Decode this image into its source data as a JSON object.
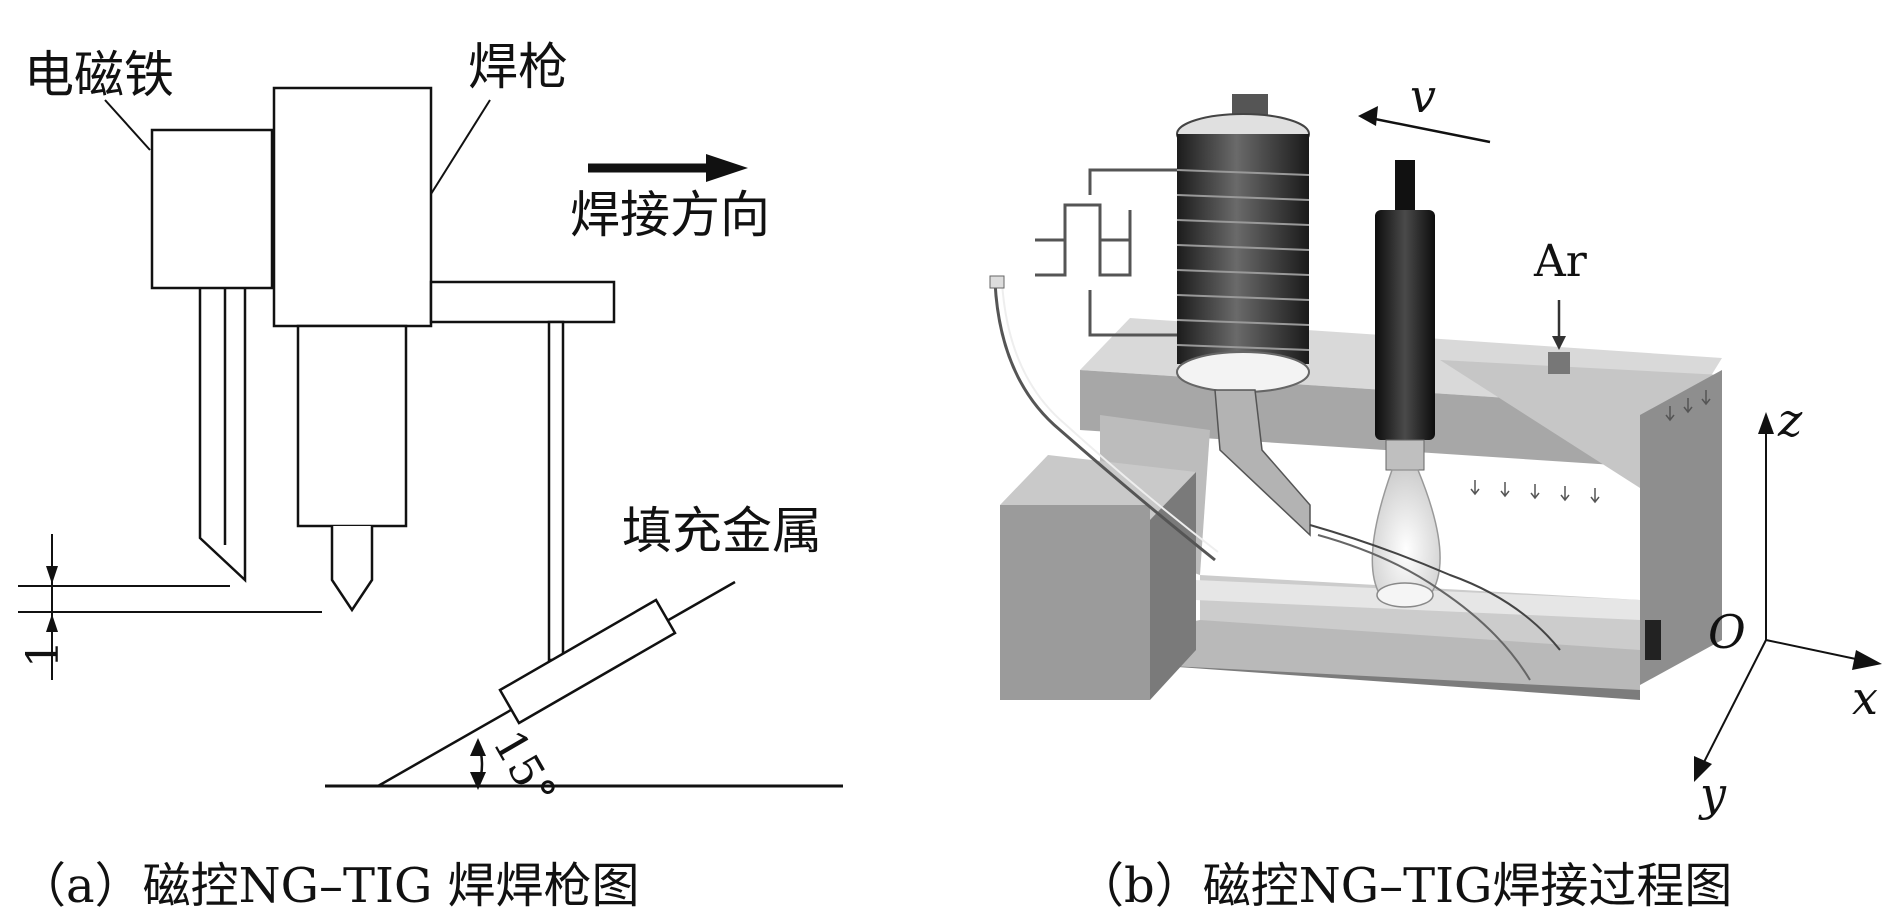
{
  "panel_a": {
    "labels": {
      "electromagnet": "电磁铁",
      "torch": "焊枪",
      "direction": "焊接方向",
      "filler": "填充金属",
      "gap": "1",
      "angle": "15°"
    },
    "caption": "（a）磁控NG–TIG 焊焊枪图"
  },
  "panel_b": {
    "labels": {
      "speed": "v",
      "gas": "Ar",
      "axis_z": "z",
      "axis_x": "x",
      "axis_y": "y",
      "origin": "O"
    },
    "caption": "（b）磁控NG–TIG焊接过程图"
  }
}
